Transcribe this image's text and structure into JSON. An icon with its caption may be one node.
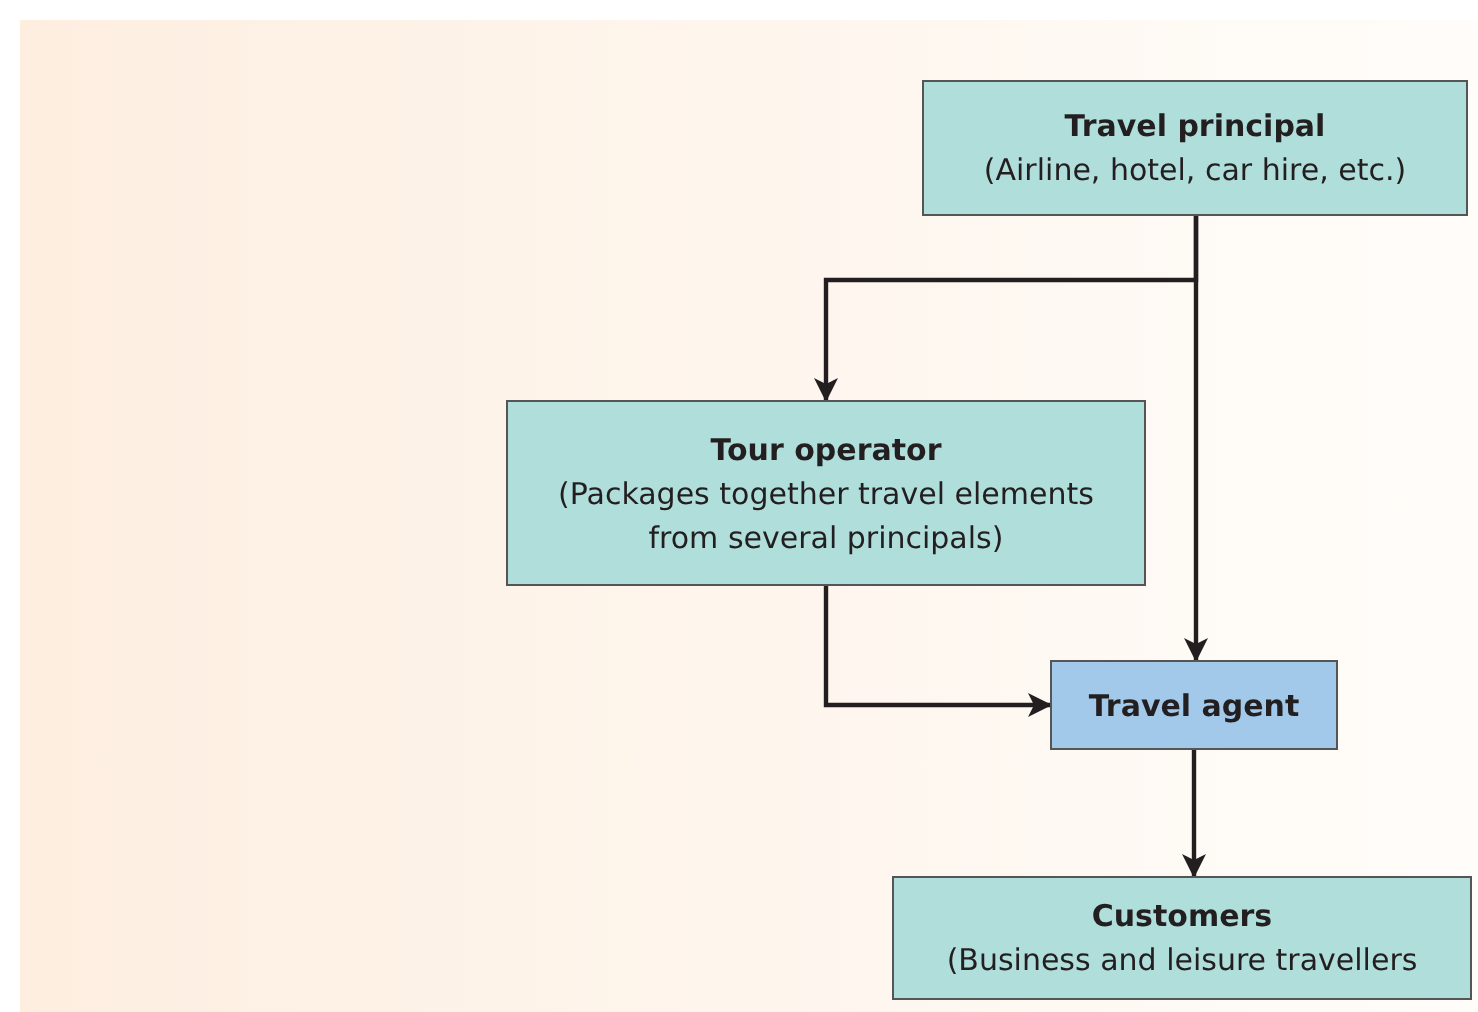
{
  "diagram": {
    "nodes": [
      {
        "text": [
          "Travel principal",
          "(Airline, hotel, car hire, etc.)"
        ]
      },
      {
        "text": [
          "Tour operator",
          "(Packages together travel elements from several principals)"
        ]
      },
      {
        "text": [
          "Travel agent"
        ]
      },
      {
        "text": [
          "Customers",
          "(Business and leisure travellers"
        ]
      }
    ],
    "edges": [
      {
        "from": 0,
        "to": 1,
        "arrow": "to"
      },
      {
        "from": 0,
        "to": 2,
        "arrow": "to"
      },
      {
        "from": 1,
        "to": 2,
        "arrow": "to"
      },
      {
        "from": 2,
        "to": 3,
        "arrow": "to"
      }
    ]
  }
}
